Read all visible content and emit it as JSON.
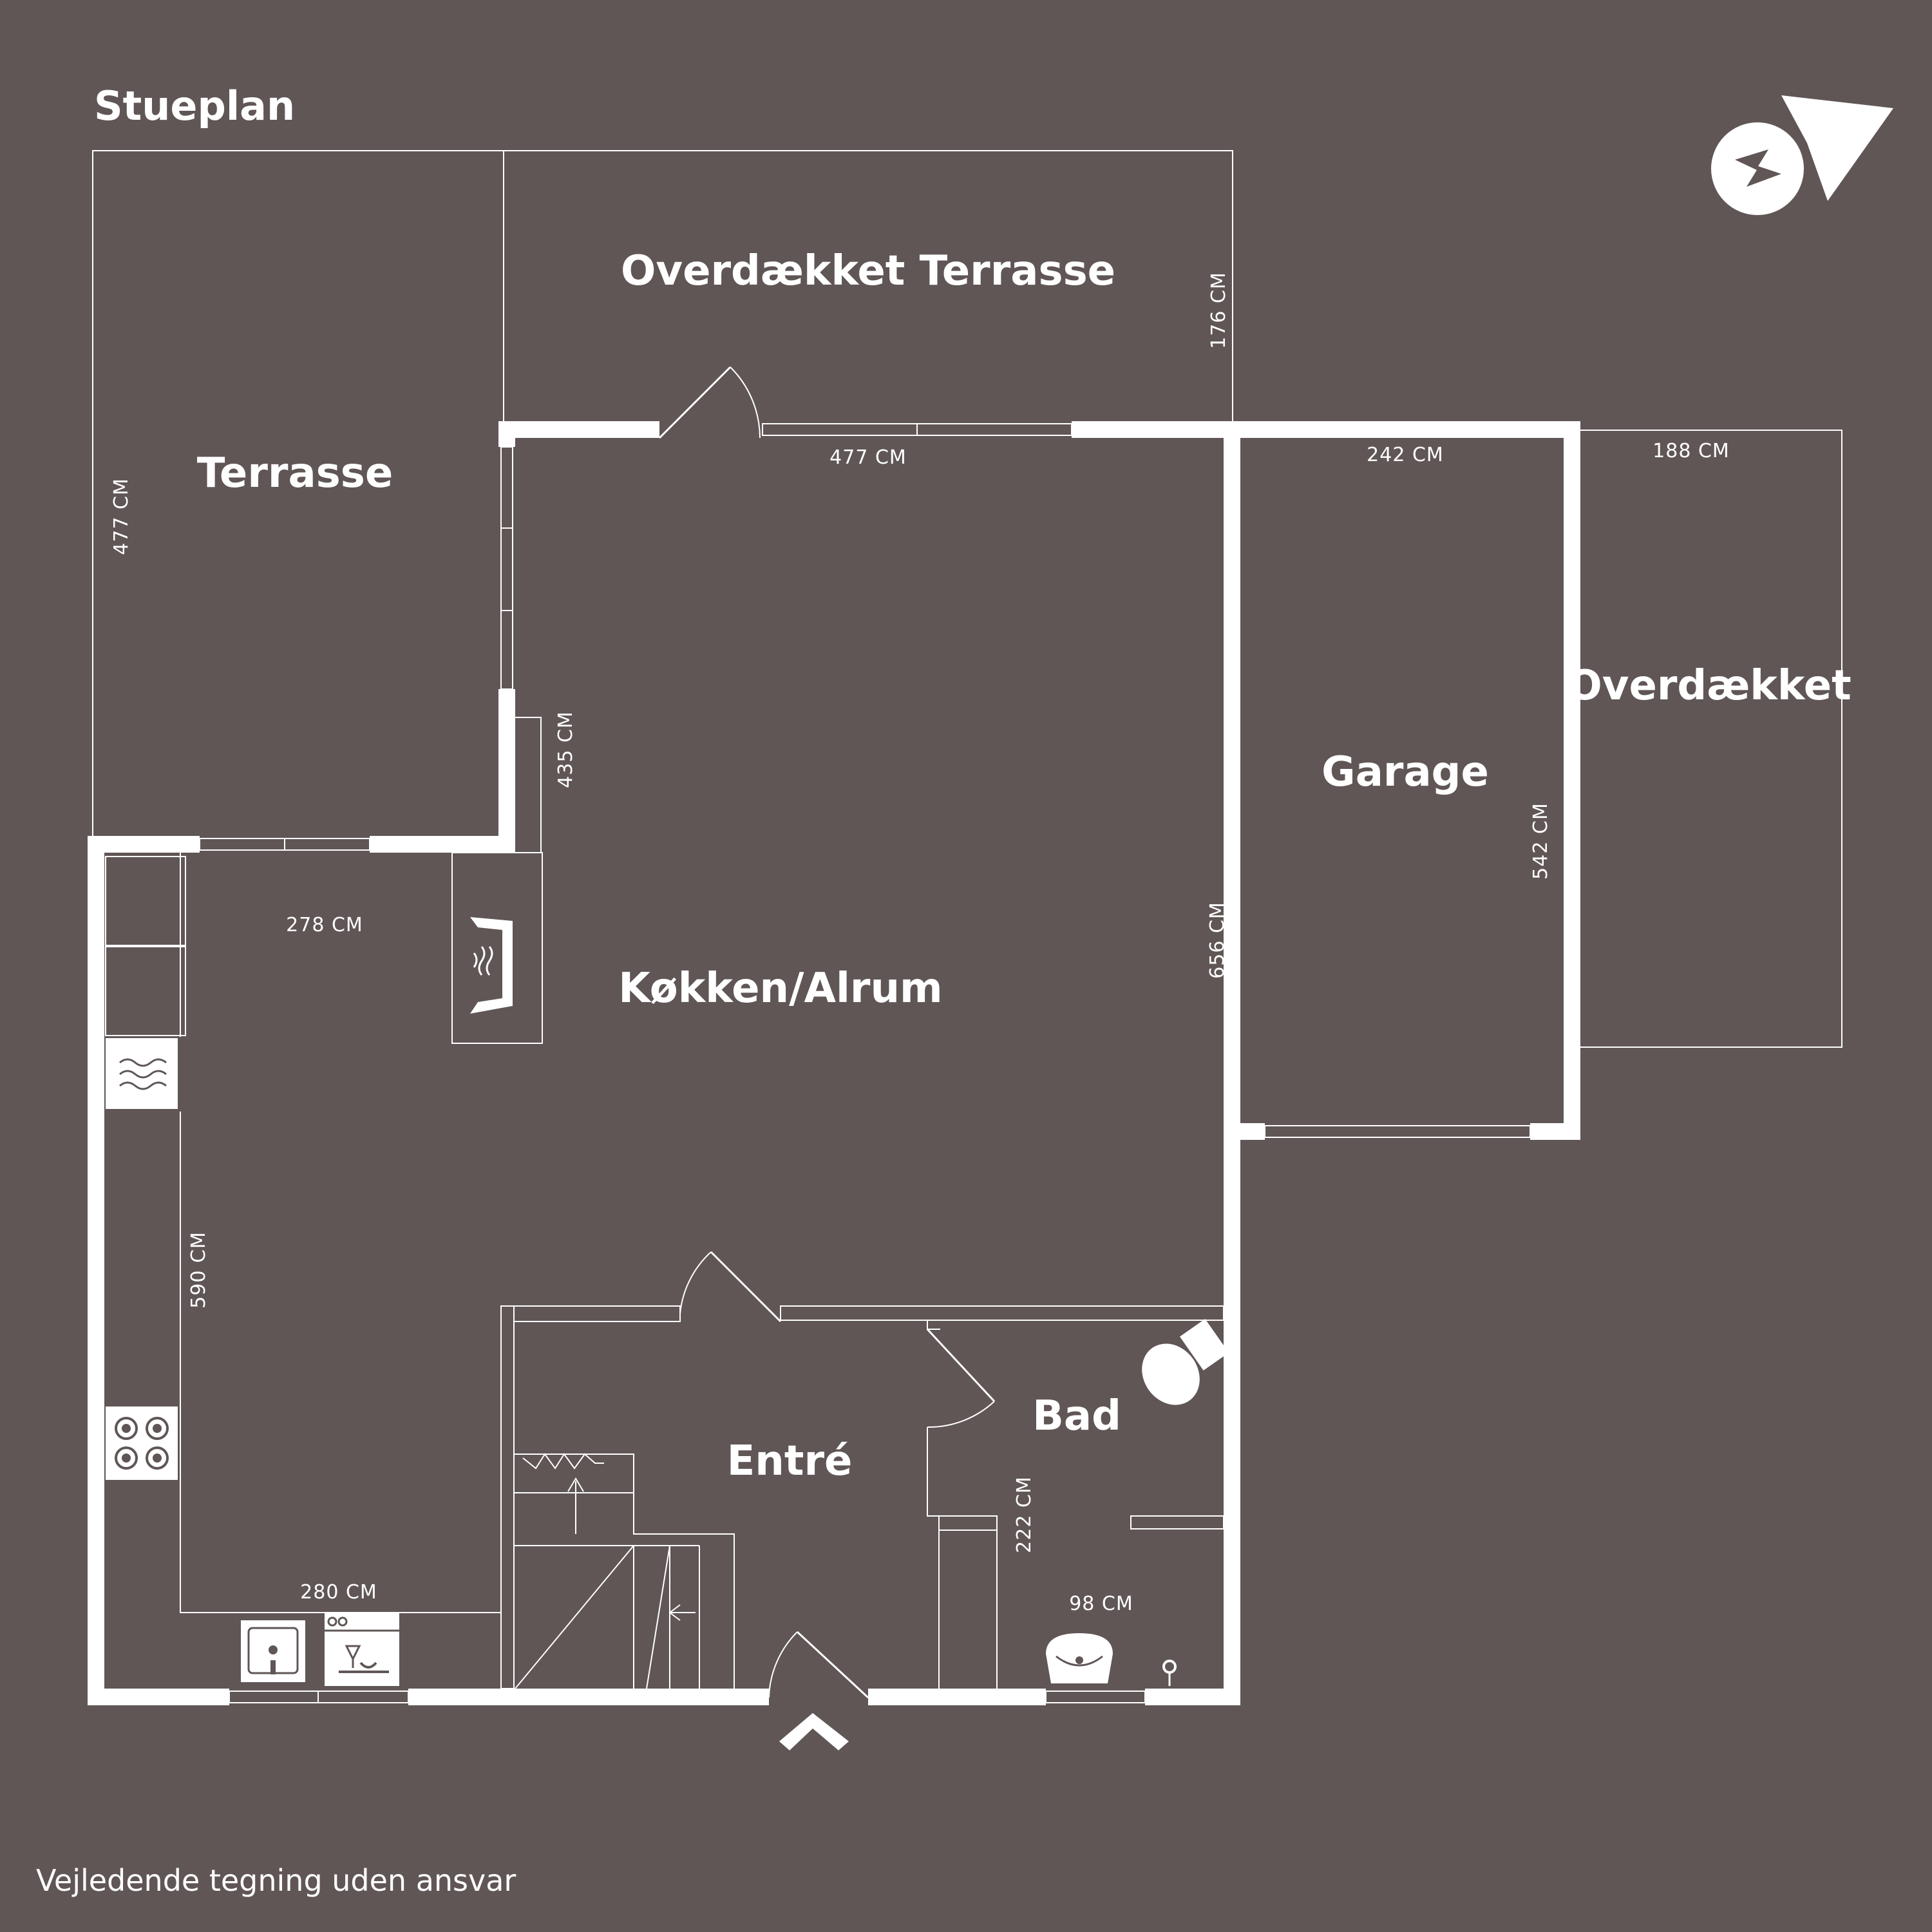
{
  "plan_title": "Stueplan",
  "rooms": {
    "covered_terrace_top": "Overdækket Terrasse",
    "terrace": "Terrasse",
    "kitchen_living": "Køkken/Alrum",
    "garage": "Garage",
    "covered_right": "Overdækket",
    "entrance": "Entré",
    "bathroom": "Bad"
  },
  "dimensions": {
    "covered_terrace_depth": "176 CM",
    "kitchen_top_width": "477 CM",
    "terrace_height": "477 CM",
    "garage_width": "242 CM",
    "covered_right_width": "188 CM",
    "kitchen_left_depth": "435 CM",
    "garage_depth": "542 CM",
    "kitchen_right_depth": "656 CM",
    "kitchen_counter_width": "278 CM",
    "kitchen_left_height": "590 CM",
    "kitchen_bottom_width": "280 CM",
    "bath_height": "222 CM",
    "bath_width": "98 CM"
  },
  "disclaimer": "Vejledende tegning uden ansvar",
  "colors": {
    "background": "#605656",
    "lines": "#ffffff"
  },
  "icons": [
    "compass-icon",
    "entrance-arrow-icon",
    "fireplace-icon",
    "toilet-icon",
    "sink-icon",
    "hob-icon",
    "washer-icon",
    "dishwasher-icon",
    "stairs-arrow-icon"
  ]
}
